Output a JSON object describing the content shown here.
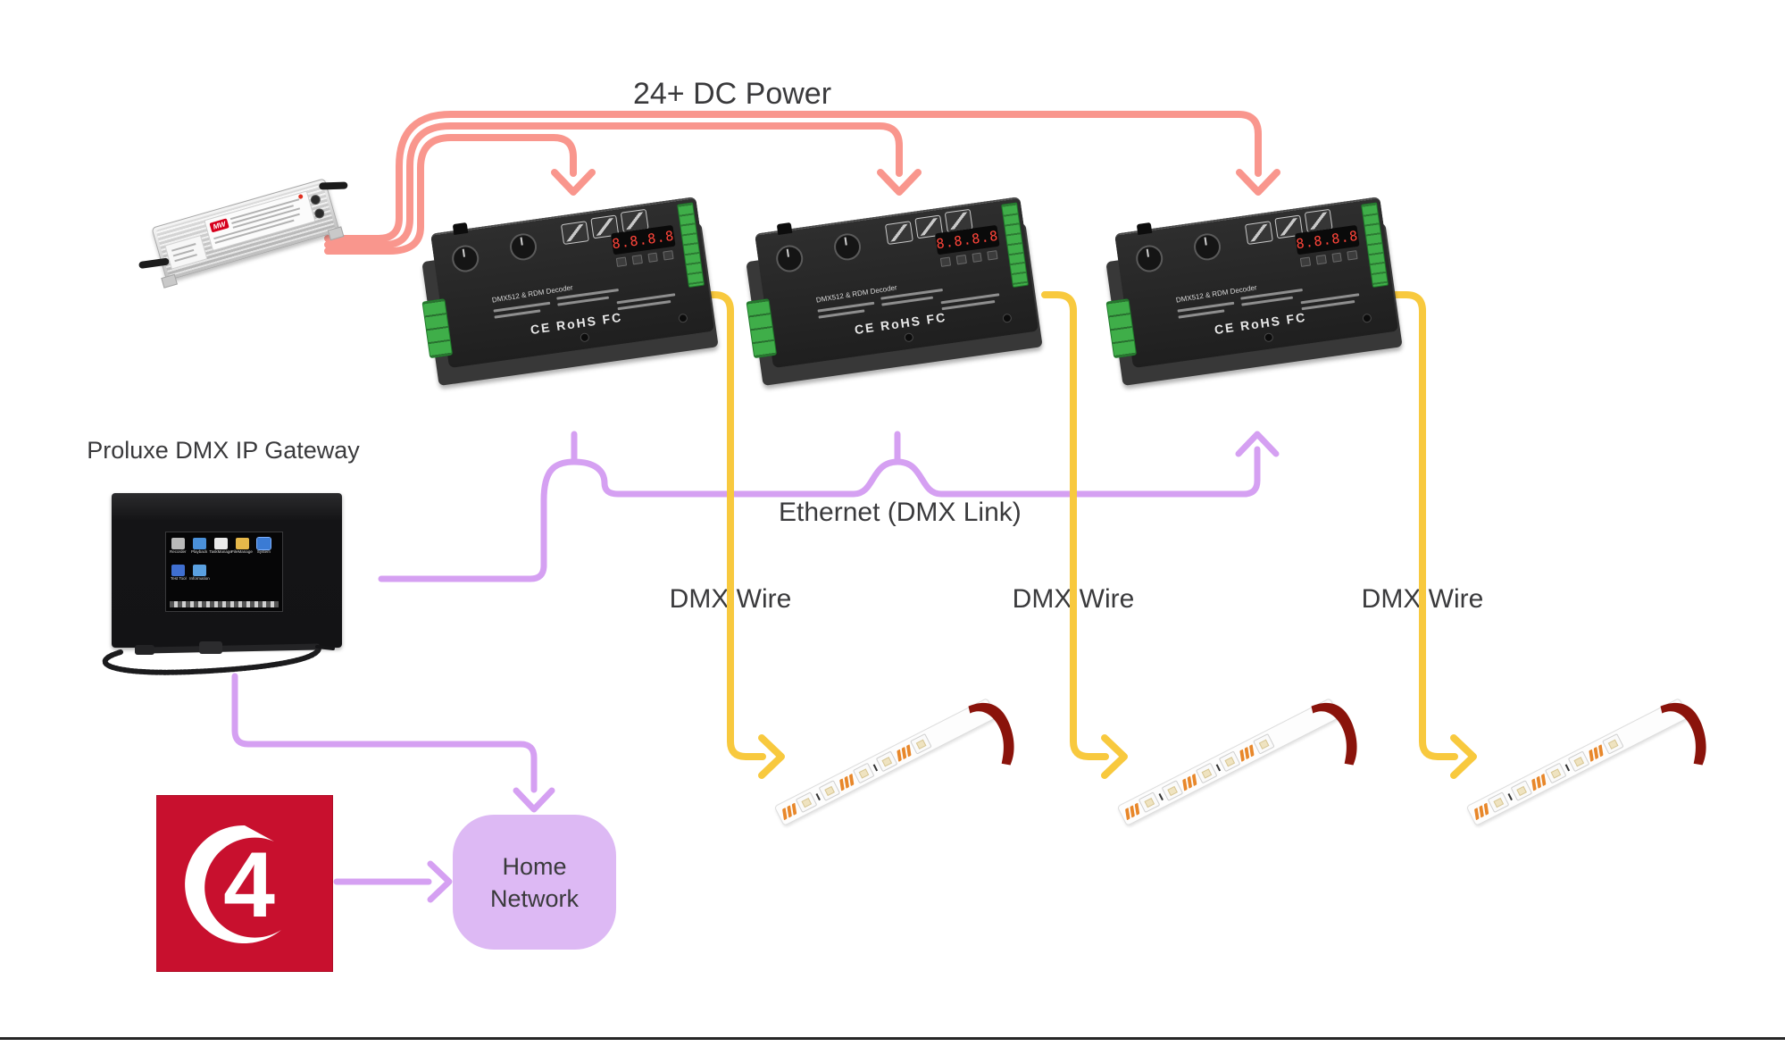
{
  "labels": {
    "dc_power": "24+ DC Power",
    "gateway": "Proluxe DMX IP Gateway",
    "ethernet": "Ethernet (DMX Link)",
    "dmx_wire_1": "DMX Wire",
    "dmx_wire_2": "DMX Wire",
    "dmx_wire_3": "DMX Wire"
  },
  "home_network": {
    "line1": "Home",
    "line2": "Network"
  },
  "psu": {
    "logo": "MW"
  },
  "decoder": {
    "title": "DMX512 & RDM Decoder",
    "display": "8.8.8.8",
    "cert": "CE RoHS FC"
  },
  "gateway_screen": {
    "icons_row1": [
      "Recorder",
      "Playback",
      "TaskManage",
      "FileManage",
      "System"
    ],
    "icons_row2": [
      "Test Tool",
      "Information"
    ]
  },
  "control4": {
    "glyph": "4"
  },
  "colors": {
    "power_line": "#f9968d",
    "dmx_line": "#f8c93e",
    "ethernet_line": "#d5a0f2",
    "home_network_fill": "#ddb9f4",
    "control4_red": "#c8102e",
    "label_text": "#3a3a3c"
  }
}
